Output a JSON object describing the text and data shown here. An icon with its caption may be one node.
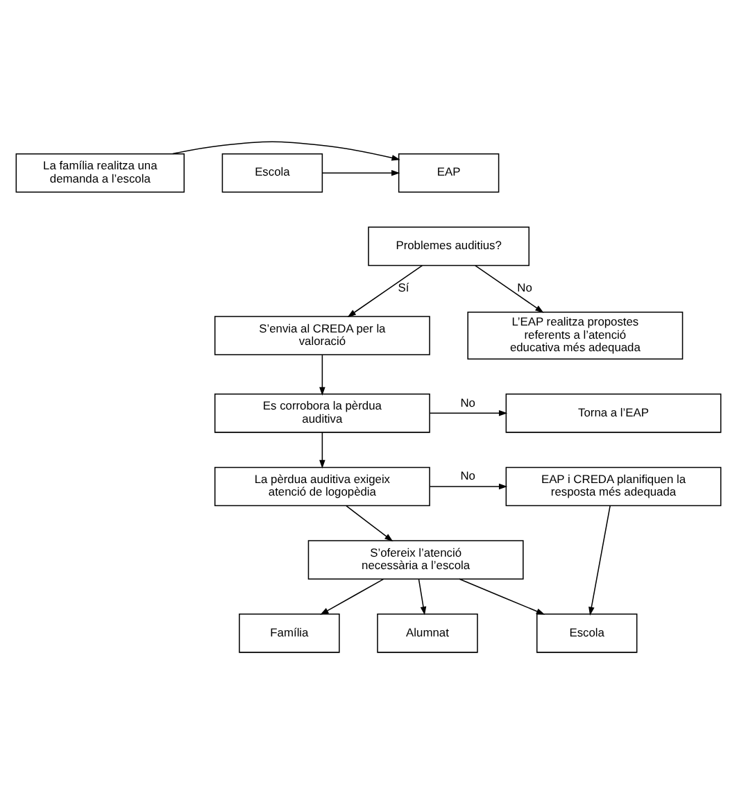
{
  "diagram": {
    "nodes": [
      {
        "text": [
          "La família realitza una demanda a l’escola"
        ]
      },
      {
        "text": [
          "Escola"
        ]
      },
      {
        "text": [
          "EAP"
        ]
      },
      {
        "text": [
          "Problemes auditius?"
        ]
      },
      {
        "text": [
          "S’envia al CREDA per la valoració"
        ]
      },
      {
        "text": [
          "L’EAP realitza propostes referents a l’atenció educativa més adequada"
        ]
      },
      {
        "text": [
          "Es corrobora la pèrdua auditiva"
        ]
      },
      {
        "text": [
          "Torna a l’EAP"
        ]
      },
      {
        "text": [
          "La pèrdua auditiva exigeix atenció de logopèdia"
        ]
      },
      {
        "text": [
          "EAP i CREDA planifiquen la resposta més adequada"
        ]
      },
      {
        "text": [
          "S’ofereix l’atenció necessària a l’escola"
        ]
      },
      {
        "text": [
          "Escola"
        ]
      },
      {
        "text": [
          "Família"
        ]
      },
      {
        "text": [
          "Alumnat"
        ]
      }
    ],
    "edges": [
      {
        "from": 1,
        "to": 2,
        "arrow": "to"
      },
      {
        "from": 0,
        "to": 2,
        "arrow": "to"
      },
      {
        "from": 3,
        "to": 4,
        "arrow": "to",
        "label": "Sí"
      },
      {
        "from": 3,
        "to": 5,
        "arrow": "to",
        "label": "No"
      },
      {
        "from": 4,
        "to": 6,
        "arrow": "to"
      },
      {
        "from": 6,
        "to": 7,
        "arrow": "to",
        "label": "No"
      },
      {
        "from": 6,
        "to": 8,
        "arrow": "to"
      },
      {
        "from": 8,
        "to": 9,
        "arrow": "to",
        "label": "No"
      },
      {
        "from": 8,
        "to": 10,
        "arrow": "to"
      },
      {
        "from": 10,
        "to": 11,
        "arrow": "to"
      },
      {
        "from": 10,
        "to": 12,
        "arrow": "to"
      },
      {
        "from": 10,
        "to": 13,
        "arrow": "to"
      },
      {
        "from": 9,
        "to": 11,
        "arrow": "to"
      }
    ]
  }
}
